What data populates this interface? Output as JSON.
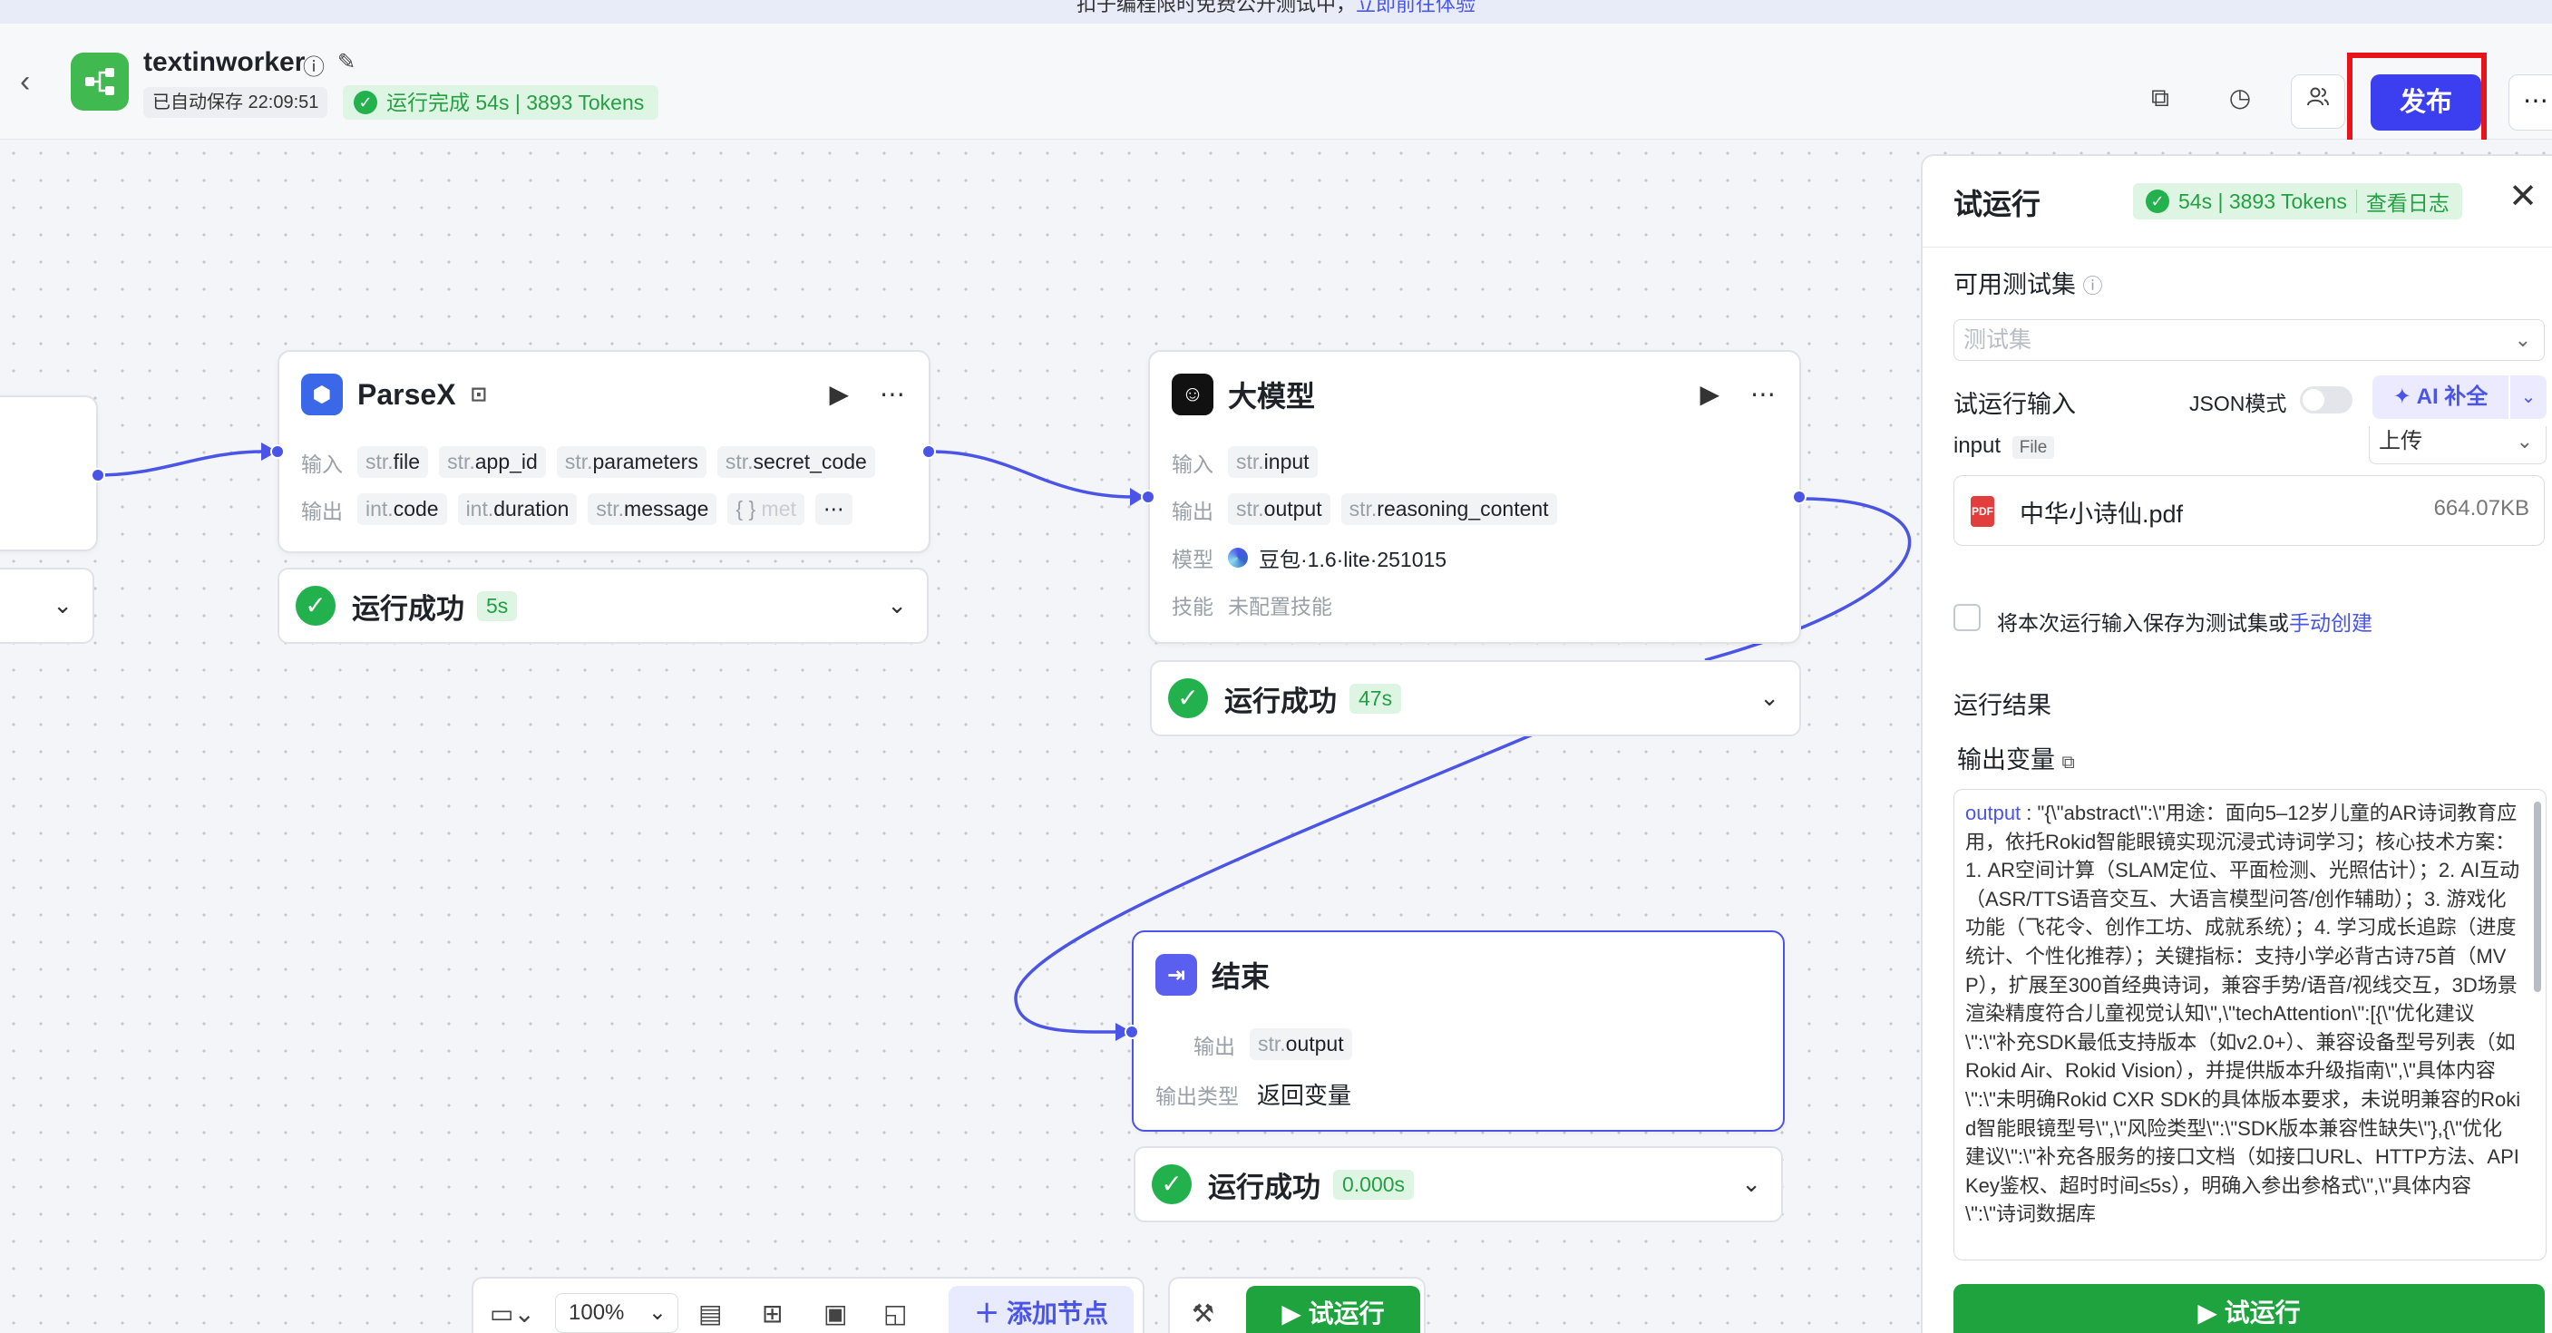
{
  "banner": {
    "text": "扣子编程限时免费公开测试中，",
    "link": "立即前往体验"
  },
  "header": {
    "back": "‹",
    "app_name": "textinworker",
    "autosave": "已自动保存 22:09:51",
    "run_status": "运行完成 54s | 3893 Tokens",
    "publish": "发布",
    "more": "⋯"
  },
  "nodes": {
    "parsex": {
      "title": "ParseX",
      "in_label": "输入",
      "out_label": "输出",
      "inputs": [
        {
          "type": "str.",
          "name": "file"
        },
        {
          "type": "str.",
          "name": "app_id"
        },
        {
          "type": "str.",
          "name": "parameters"
        },
        {
          "type": "str.",
          "name": "secret_code"
        }
      ],
      "outputs": [
        {
          "type": "int.",
          "name": "code"
        },
        {
          "type": "int.",
          "name": "duration"
        },
        {
          "type": "str.",
          "name": "message"
        },
        {
          "type": "{ } ",
          "name": "met"
        }
      ],
      "more_tags": "⋯",
      "status": "运行成功",
      "time": "5s"
    },
    "llm": {
      "title": "大模型",
      "in_label": "输入",
      "out_label": "输出",
      "model_label": "模型",
      "skill_label": "技能",
      "inputs": [
        {
          "type": "str.",
          "name": "input"
        }
      ],
      "outputs": [
        {
          "type": "str.",
          "name": "output"
        },
        {
          "type": "str.",
          "name": "reasoning_content"
        }
      ],
      "model": "豆包·1.6·lite·251015",
      "skill": "未配置技能",
      "status": "运行成功",
      "time": "47s"
    },
    "end": {
      "title": "结束",
      "out_label": "输出",
      "outputs": [
        {
          "type": "str.",
          "name": "output"
        }
      ],
      "out_type_label": "输出类型",
      "out_type": "返回变量",
      "status": "运行成功",
      "time": "0.000s"
    }
  },
  "toolbar": {
    "zoom": "100%",
    "add_node": "＋ 添加节点",
    "run": "▶ 试运行"
  },
  "panel": {
    "title": "试运行",
    "status_time": "54s | 3893 Tokens",
    "view_log": "查看日志",
    "testset_label": "可用测试集",
    "testset_placeholder": "测试集",
    "run_input_label": "试运行输入",
    "json_mode": "JSON模式",
    "ai_fill": "AI 补全",
    "input_name": "input",
    "input_type": "File",
    "upload": "上传",
    "file_name": "中华小诗仙.pdf",
    "file_size": "664.07KB",
    "save_text": "将本次运行输入保存为测试集或",
    "manual_create": "手动创建",
    "result_label": "运行结果",
    "output_var_label": "输出变量",
    "output_key": "output",
    "output_value": "\"{\\\"abstract\\\":\\\"用途：面向5–12岁儿童的AR诗词教育应用，依托Rokid智能眼镜实现沉浸式诗词学习；核心技术方案：1. AR空间计算（SLAM定位、平面检测、光照估计）；2. AI互动（ASR/TTS语音交互、大语言模型问答/创作辅助）；3. 游戏化功能（飞花令、创作工坊、成就系统）；4. 学习成长追踪（进度统计、个性化推荐）；关键指标：支持小学必背古诗75首（MVP），扩展至300首经典诗词，兼容手势/语音/视线交互，3D场景渲染精度符合儿童视觉认知\\\",\\\"techAttention\\\":[{\\\"优化建议\\\":\\\"补充SDK最低支持版本（如v2.0+）、兼容设备型号列表（如Rokid Air、Rokid Vision），并提供版本升级指南\\\",\\\"具体内容\\\":\\\"未明确Rokid CXR SDK的具体版本要求，未说明兼容的Rokid智能眼镜型号\\\",\\\"风险类型\\\":\\\"SDK版本兼容性缺失\\\"},{\\\"优化建议\\\":\\\"补充各服务的接口文档（如接口URL、HTTP方法、API Key鉴权、超时时间≤5s），明确入参出参格式\\\",\\\"具体内容\\\":\\\"诗词数据库",
    "run_button": "▶ 试运行"
  }
}
